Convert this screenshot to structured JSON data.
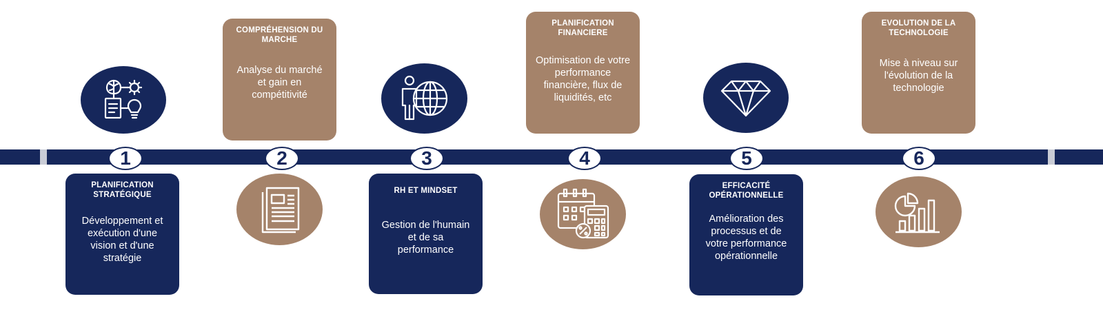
{
  "colors": {
    "navy": "#16275b",
    "tan": "#a5836a",
    "white": "#ffffff"
  },
  "steps": [
    {
      "number": "1",
      "title": "PLANIFICATION STRATÉGIQUE",
      "description": "Développement et exécution d'une vision et d'une stratégie",
      "icon": "strategy-brain-gear-bulb-icon"
    },
    {
      "number": "2",
      "title": "COMPRÉHENSION DU MARCHE",
      "description": "Analyse du marché et gain en compétitivité",
      "icon": "newspaper-icon"
    },
    {
      "number": "3",
      "title": "RH ET MINDSET",
      "description": "Gestion de l'humain et de sa performance",
      "icon": "person-globe-icon"
    },
    {
      "number": "4",
      "title": "PLANIFICATION FINANCIERE",
      "description": "Optimisation de votre performance financière, flux de liquidités, etc",
      "icon": "calendar-calculator-icon"
    },
    {
      "number": "5",
      "title": "EFFICACITÉ OPÉRATIONNELLE",
      "description": "Amélioration des processus et de votre performance opérationnelle",
      "icon": "diamond-icon"
    },
    {
      "number": "6",
      "title": "EVOLUTION DE LA TECHNOLOGIE",
      "description": "Mise à niveau sur l'évolution de la technologie",
      "icon": "pie-bar-chart-icon"
    }
  ]
}
